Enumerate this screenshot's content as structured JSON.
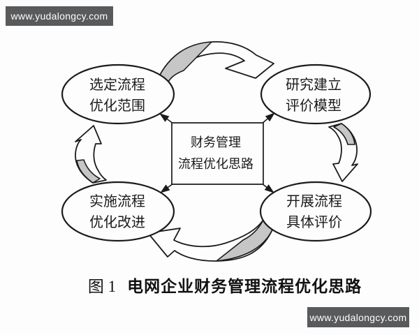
{
  "watermarks": {
    "top": "www.yudalongcy.com",
    "bottom": "www.yudalongcy.com"
  },
  "diagram": {
    "center_box": {
      "line1": "财务管理",
      "line2": "流程优化思路"
    },
    "nodes": {
      "top_left": {
        "line1": "选定流程",
        "line2": "优化范围"
      },
      "top_right": {
        "line1": "研究建立",
        "line2": "评价模型"
      },
      "bottom_right": {
        "line1": "开展流程",
        "line2": "具体评价"
      },
      "bottom_left": {
        "line1": "实施流程",
        "line2": "优化改进"
      }
    },
    "cycle_order": [
      "选定流程优化范围",
      "研究建立评价模型",
      "开展流程具体评价",
      "实施流程优化改进"
    ]
  },
  "caption": {
    "label": "图 1",
    "title": "电网企业财务管理流程优化思路"
  },
  "colors": {
    "line": "#1b1b1b",
    "arrow_gray": "#c6c6c6",
    "shape_fill": "#fdfdfd",
    "watermark_bg": "#595a5c",
    "watermark_text": "#ffffff"
  }
}
